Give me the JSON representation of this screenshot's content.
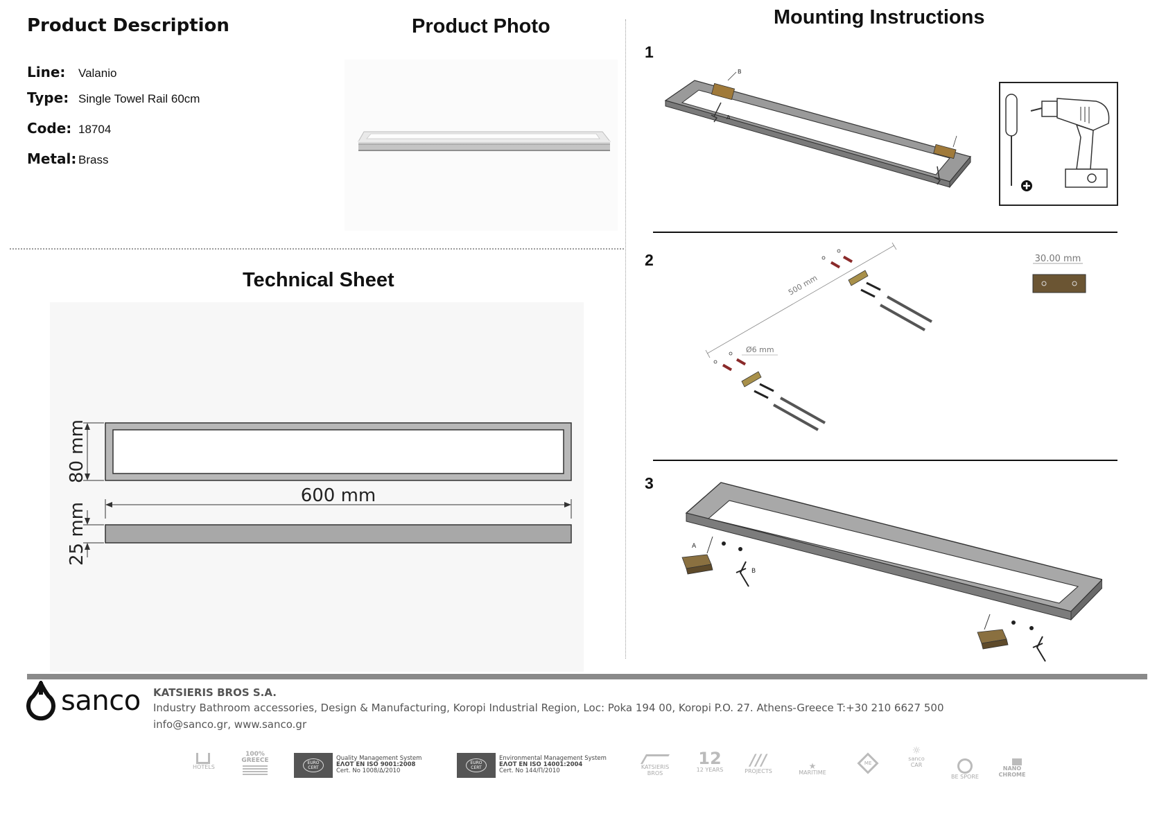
{
  "product_description": {
    "title": "Product Description",
    "specs": [
      {
        "label": "Line:",
        "value": "Valanio"
      },
      {
        "label": "Type:",
        "value": "Single Towel Rail 60cm"
      },
      {
        "label": "Code:",
        "value": "18704"
      },
      {
        "label": "Metal:",
        "value": "Brass"
      }
    ]
  },
  "product_photo": {
    "title": "Product Photo"
  },
  "technical_sheet": {
    "title": "Technical Sheet",
    "dim_height": "80 mm",
    "dim_width": "600 mm",
    "dim_depth": "25 mm"
  },
  "mounting": {
    "title": "Mounting Instructions",
    "steps": [
      {
        "number": "1",
        "label_a": "A",
        "label_b": "B"
      },
      {
        "number": "2",
        "dim_distance": "500 mm",
        "dim_drill": "Ø6 mm",
        "dim_bracket": "30.00 mm"
      },
      {
        "number": "3",
        "label_a": "A",
        "label_b": "B"
      }
    ]
  },
  "footer": {
    "logo": "sanco",
    "company": "KATSIERIS BROS S.A.",
    "address": "Industry Bathroom accessories, Design & Manufacturing, Koropi Industrial Region, Loc: Poka 194 00, Koropi P.O. 27. Athens-Greece   T:+30 210 6627 500",
    "contact": "info@sanco.gr, www.sanco.gr",
    "certs": [
      {
        "badge": "EURO CERT",
        "line1": "Quality Management System",
        "line2": "ΕΛΟΤ ΕΝ ISO 9001:2008",
        "line3": "Cert. No 1008/Δ/2010"
      },
      {
        "badge": "EURO CERT",
        "line1": "Environmental Management System",
        "line2": "ΕΛΟΤ ΕΝ ISO 14001:2004",
        "line3": "Cert. No 144/Π/2010"
      }
    ],
    "badges": {
      "hotels": "HOTELS",
      "greece": "100% GREECE",
      "katsieris": "KATSIERIS BROS",
      "years": "12 YEARS",
      "projects": "PROJECTS",
      "maritime": "MARITIME",
      "me": "ME",
      "sanco_car": "sanco CAR",
      "spore": "BE SPORE",
      "nano": "NANO CHROME"
    }
  }
}
